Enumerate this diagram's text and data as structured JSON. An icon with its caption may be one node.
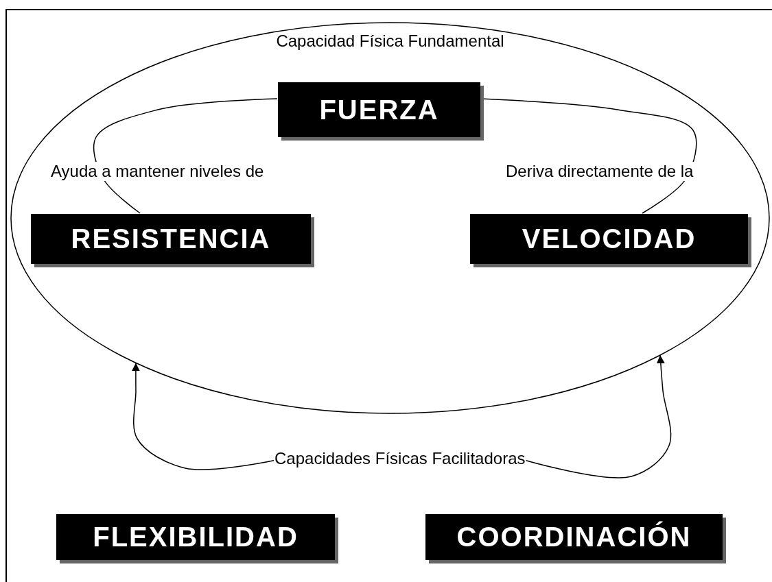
{
  "diagram": {
    "nodes": [
      {
        "text": [
          "Capacidad Física Fundamental"
        ]
      },
      {
        "text": [
          "FUERZA"
        ],
        "in": 0
      },
      {
        "text": [
          "RESISTENCIA"
        ],
        "in": 0
      },
      {
        "text": [
          "VELOCIDAD"
        ],
        "in": 0
      },
      {
        "text": [
          "Capacidades Físicas Facilitadoras"
        ]
      },
      {
        "text": [
          "FLEXIBILIDAD"
        ]
      },
      {
        "text": [
          "COORDINACIÓN"
        ]
      }
    ],
    "edges": [
      {
        "from": 1,
        "to": 2,
        "arrow": "none",
        "label": "Ayuda a mantener niveles de"
      },
      {
        "from": 1,
        "to": 3,
        "arrow": "none",
        "label": "Deriva directamente de la"
      },
      {
        "from": 4,
        "to": 0,
        "arrow": "to"
      },
      {
        "from": 4,
        "to": 0,
        "arrow": "to"
      }
    ]
  }
}
